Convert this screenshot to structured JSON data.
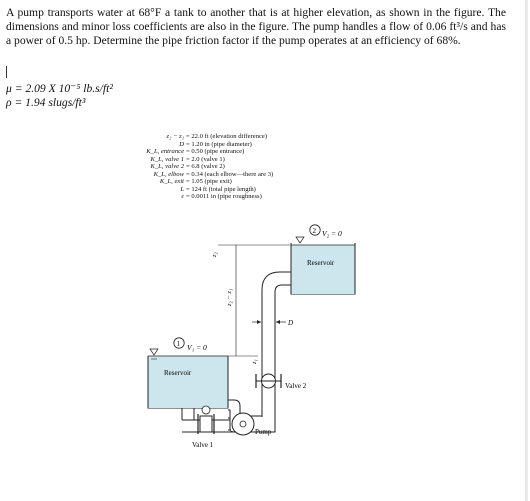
{
  "problem": {
    "text": "A pump transports water at 68°F a tank to another that is at higher elevation, as shown in the figure. The dimensions and minor loss coefficients are also in the figure.  The pump handles a flow of 0.06 ft³/s and has a power of 0.5 hp.  Determine the pipe friction factor if the pump operates at an efficiency of 68%."
  },
  "properties": {
    "mu": "μ = 2.09 X 10⁻⁵ lb.s/ft²",
    "rho": "ρ = 1.94 slugs/ft³"
  },
  "givens": [
    {
      "sym": "z₂ − z₁",
      "val": "= 22.0 ft (elevation difference)"
    },
    {
      "sym": "D",
      "val": "= 1.20 in (pipe diameter)"
    },
    {
      "sym": "K_L, entrance",
      "val": "= 0.50 (pipe entrance)"
    },
    {
      "sym": "K_L, valve 1",
      "val": "= 2.0 (valve 1)"
    },
    {
      "sym": "K_L, valve 2",
      "val": "= 6.8 (valve 2)"
    },
    {
      "sym": "K_L, elbow",
      "val": "= 0.34 (each elbow—there are 3)"
    },
    {
      "sym": "K_L, exit",
      "val": "= 1.05 (pipe exit)"
    },
    {
      "sym": "L",
      "val": "= 124 ft (total pipe length)"
    },
    {
      "sym": "ε",
      "val": "= 0.0011 in (pipe roughness)"
    }
  ],
  "figure": {
    "point1": "1",
    "v1": "V₁ = 0",
    "point2": "2",
    "v2": "V₂ = 0",
    "reservoir_left": "Reservoir",
    "reservoir_right": "Reservoir",
    "z2": "z₂",
    "z1": "z₁",
    "dz": "z₂ − z₁",
    "diameter": "D",
    "valve2": "Valve 2",
    "valve1": "Valve 1",
    "pump": "Pump"
  },
  "colors": {
    "water": "#cde6ee",
    "pipe": "#ffffff",
    "stroke": "#222222"
  }
}
